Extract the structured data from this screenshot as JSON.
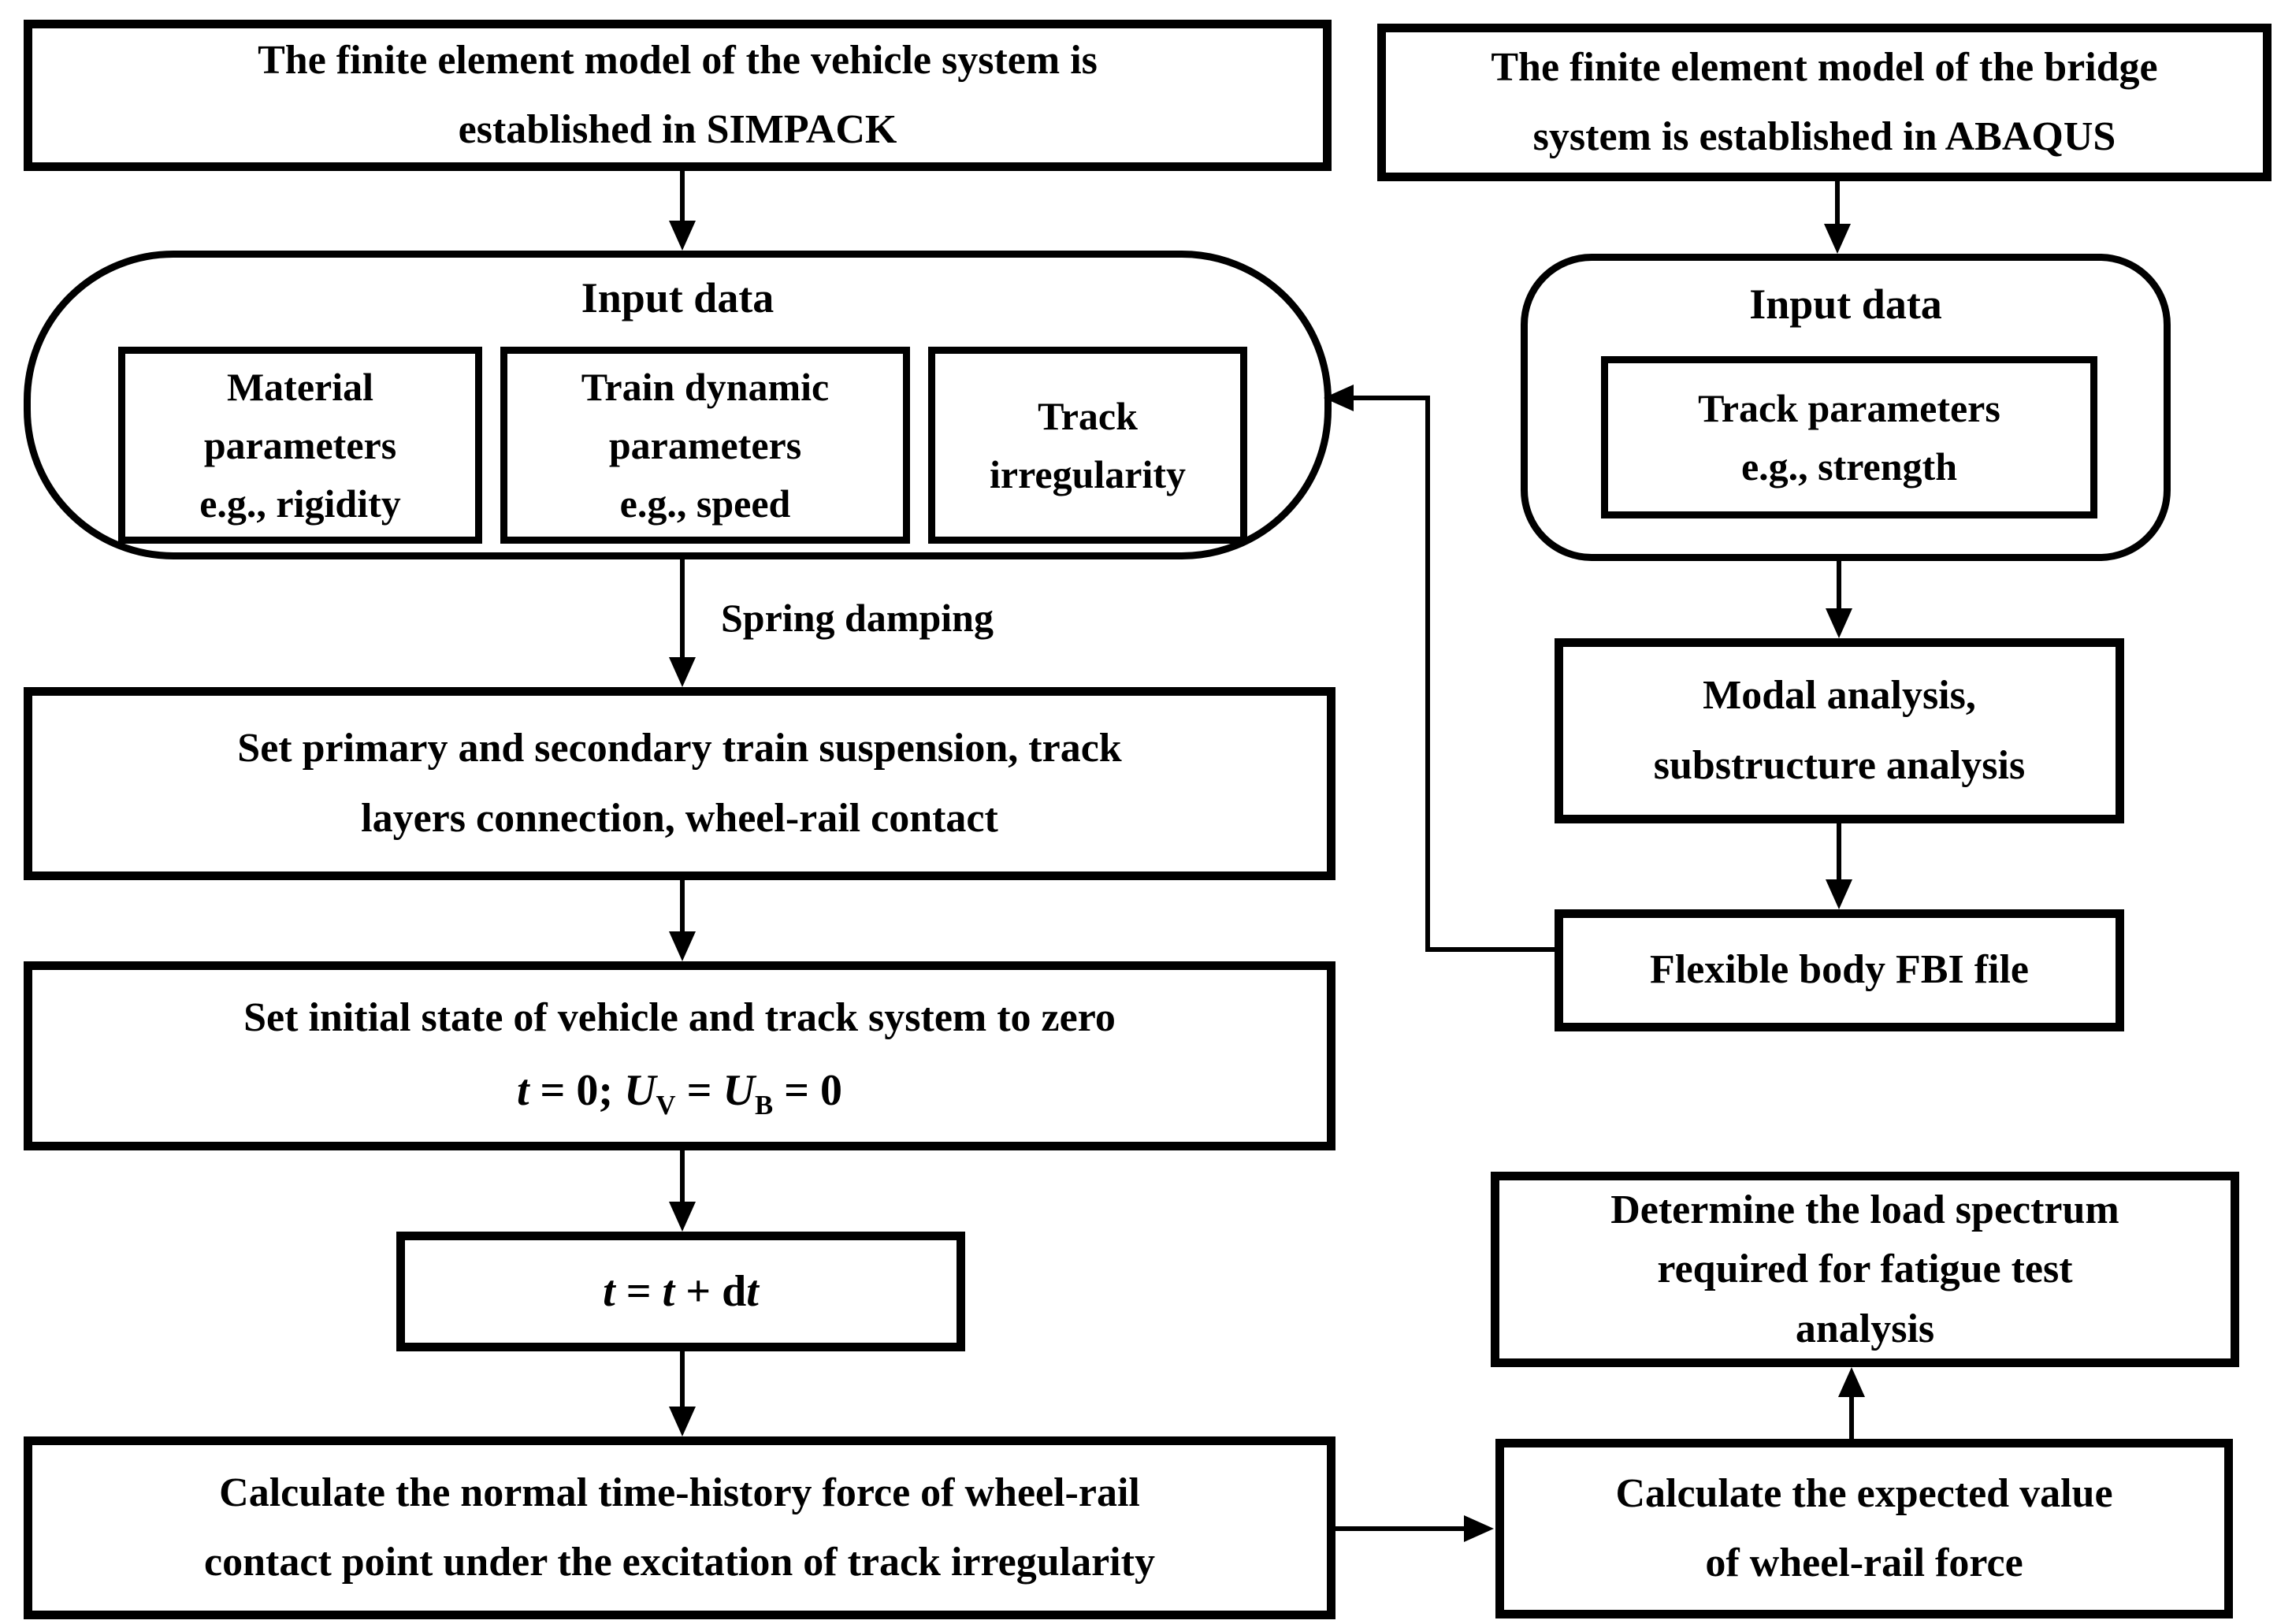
{
  "background": "#ffffff",
  "ink": "#000000",
  "nodes": {
    "vehicle_model": {
      "lines": [
        "The finite element model of the vehicle system is",
        "established in SIMPACK"
      ]
    },
    "bridge_model": {
      "lines": [
        "The finite element model of the bridge",
        "system is established in ABAQUS"
      ]
    },
    "input_left": {
      "title": "Input data",
      "material": {
        "lines": [
          "Material",
          "parameters",
          "e.g., rigidity"
        ]
      },
      "train_dynamic": {
        "lines": [
          "Train dynamic",
          "parameters",
          "e.g., speed"
        ]
      },
      "track_irregularity": {
        "lines": [
          "Track",
          "irregularity"
        ]
      }
    },
    "input_right": {
      "title": "Input data",
      "track_parameters": {
        "lines": [
          "Track parameters",
          "e.g., strength"
        ]
      }
    },
    "set_suspension": {
      "lines": [
        "Set primary and secondary train suspension, track",
        "layers connection, wheel-rail contact"
      ]
    },
    "set_initial": {
      "line1": "Set initial state of vehicle and track system to zero",
      "formula": {
        "t": "t",
        "eq0": " = 0; ",
        "u1": "U",
        "sub1": "V",
        "eq1": " = ",
        "u2": "U",
        "sub2": "B",
        "eq2": " = 0"
      }
    },
    "time_step": {
      "formula": {
        "t1": "t",
        "eq": " = ",
        "t2": "t",
        "plus": " + ",
        "d": "d",
        "t3": "t"
      }
    },
    "calc_normal": {
      "lines": [
        "Calculate the normal time-history force of wheel-rail",
        "contact point under the excitation of track irregularity"
      ]
    },
    "modal": {
      "lines": [
        "Modal analysis,",
        "substructure analysis"
      ]
    },
    "fbi": {
      "lines": [
        "Flexible body FBI file"
      ]
    },
    "determine": {
      "lines": [
        "Determine the load spectrum",
        "required for fatigue test",
        "analysis"
      ]
    },
    "calc_expected": {
      "lines": [
        "Calculate the expected value",
        "of wheel-rail force"
      ]
    }
  },
  "labels": {
    "spring_damping": "Spring damping"
  }
}
